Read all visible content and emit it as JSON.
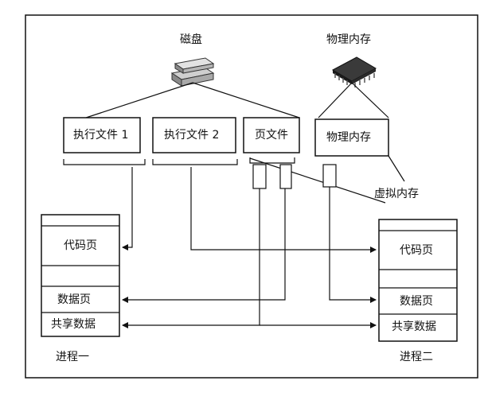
{
  "labels": {
    "disk": "磁盘",
    "physical_memory_top": "物理内存",
    "virtual_memory": "虚拟内存",
    "process_one": "进程一",
    "process_two": "进程二"
  },
  "files": {
    "exec_file_1": "执行文件 1",
    "exec_file_2": "执行文件 2",
    "page_file": "页文件",
    "physical_memory": "物理内存"
  },
  "process_one_rows": {
    "code_page": "代码页",
    "data_page": "数据页",
    "shared_data": "共享数据"
  },
  "process_two_rows": {
    "code_page": "代码页",
    "data_page": "数据页",
    "shared_data": "共享数据"
  },
  "icons": {
    "disk": "hard-disk-icon",
    "memory": "memory-chip-icon"
  }
}
